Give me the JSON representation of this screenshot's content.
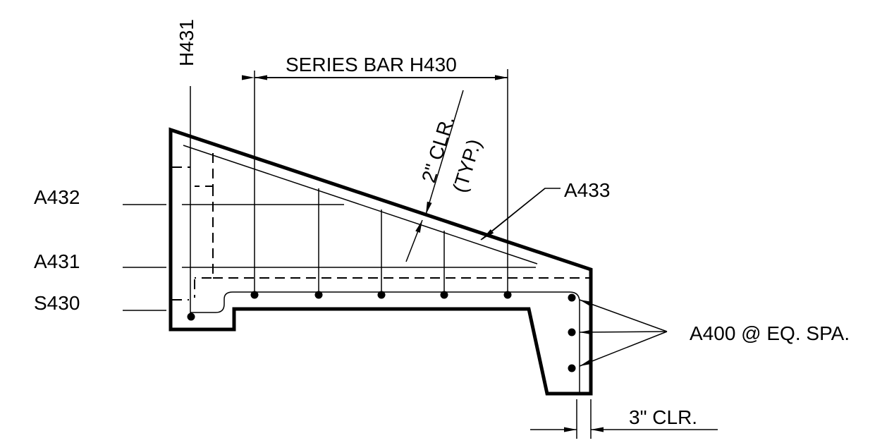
{
  "labels": {
    "h431": "H431",
    "series_bar": "SERIES BAR H430",
    "clr_2": "2\" CLR.",
    "typ": "(TYP.)",
    "a433": "A433",
    "a432": "A432",
    "a431": "A431",
    "s430": "S430",
    "a400": "A400 @ EQ. SPA.",
    "clr_3": "3\" CLR."
  },
  "colors": {
    "ink": "#000000",
    "paper": "#ffffff"
  }
}
